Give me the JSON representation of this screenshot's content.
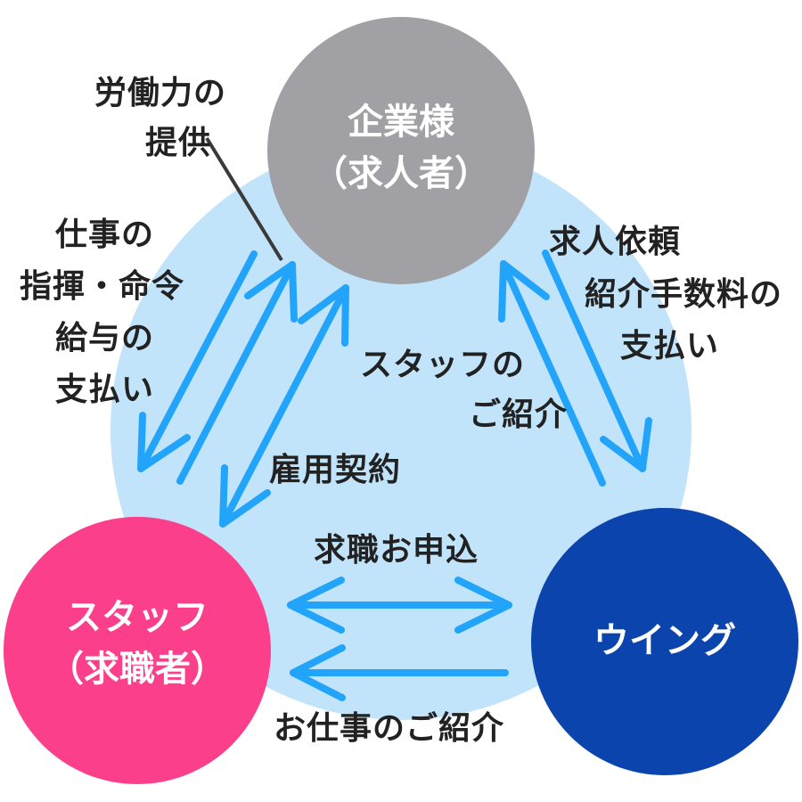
{
  "colors": {
    "background_circle": "#c1e4fb",
    "company": "#a0a0a5",
    "staff": "#fc3f8b",
    "wing": "#0a44ac",
    "arrow": "#23a4fb",
    "leader_line": "#3a3a3a",
    "text_dark": "#222222",
    "text_light": "#ffffff"
  },
  "nodes": {
    "company": {
      "line1": "企業様",
      "line2": "（求人者）"
    },
    "staff": {
      "line1": "スタッフ",
      "line2": "（求職者）"
    },
    "wing": {
      "line1": "ウイング"
    }
  },
  "labels": {
    "labor_supply": [
      "労働力の",
      "提供"
    ],
    "work_direction": [
      "仕事の",
      "指揮・命令",
      "給与の",
      "支払い"
    ],
    "employment_contract": "雇用契約",
    "staff_introduction": [
      "スタッフの",
      "ご紹介"
    ],
    "job_request": "求人依頼",
    "fee_payment": [
      "紹介手数料の",
      "支払い"
    ],
    "job_application": "求職お申込",
    "job_introduction": "お仕事のご紹介"
  },
  "arrows": [
    {
      "id": "company-to-staff-direction",
      "from": "company",
      "to": "staff",
      "heads": "end"
    },
    {
      "id": "staff-to-company-labor",
      "from": "staff",
      "to": "company",
      "heads": "end"
    },
    {
      "id": "company-staff-contract",
      "from": "staff",
      "to": "company",
      "heads": "both"
    },
    {
      "id": "wing-to-company-introduction",
      "from": "wing",
      "to": "company",
      "heads": "end"
    },
    {
      "id": "company-to-wing-request",
      "from": "company",
      "to": "wing",
      "heads": "end"
    },
    {
      "id": "staff-wing-application",
      "from": "staff",
      "to": "wing",
      "heads": "both"
    },
    {
      "id": "wing-to-staff-job",
      "from": "wing",
      "to": "staff",
      "heads": "end"
    }
  ]
}
